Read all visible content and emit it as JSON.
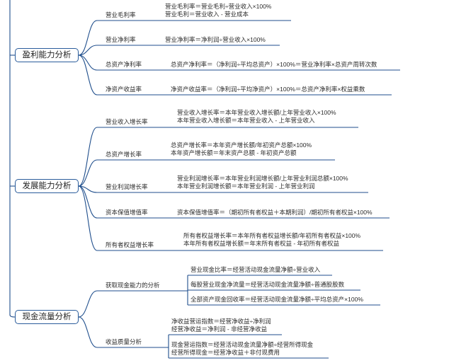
{
  "mindmap": {
    "branches": [
      {
        "label": "盈利能力分析",
        "children": [
          {
            "label": "营业毛利率",
            "formulas": [
              "营业毛利率＝营业毛利÷营业收入×100%",
              "营业毛利＝营业收入 - 营业成本"
            ]
          },
          {
            "label": "营业净利率",
            "formulas": [
              "营业净利率＝净利润÷营业收入×100%"
            ]
          },
          {
            "label": "总资产净利率",
            "formulas": [
              "总资产净利率＝（净利润÷平均总资产）×100%＝营业净利率×总资产周转次数"
            ]
          },
          {
            "label": "净资产收益率",
            "formulas": [
              "净资产收益率＝（净利润÷平均净资产）×100%＝总资产净利率×权益乘数"
            ]
          }
        ]
      },
      {
        "label": "发展能力分析",
        "children": [
          {
            "label": "营业收入增长率",
            "formulas": [
              "营业收入增长率＝本年营业收入增长额/上年营业收入×100%",
              "本年营业收入增长额＝本年营业收入 - 上年营业收入"
            ]
          },
          {
            "label": "总资产增长率",
            "formulas": [
              "总资产增长率＝本年资产增长额/年初资产总额×100%",
              "本年资产增长额＝年末资产总额 - 年初资产总额"
            ]
          },
          {
            "label": "营业利润增长率",
            "formulas": [
              "营业利润增长率＝本年营业利润增长额/上年营业利润总额×100%",
              "本年营业利润增长额＝本年营业利润 - 上年营业利润"
            ]
          },
          {
            "label": "资本保值增值率",
            "formulas": [
              "资本保值增值率＝（期初所有者权益＋本期利润）/期初所有者权益×100%"
            ]
          },
          {
            "label": "所有者权益增长率",
            "formulas": [
              "所有者权益增长率＝本年所有者权益增长额/年初所有者权益×100%",
              "本年所有者权益增长额＝年末所有者权益 - 年初所有者权益"
            ]
          }
        ]
      },
      {
        "label": "现金流量分析",
        "children": [
          {
            "label": "获取现金能力的分析",
            "formula_groups": [
              [
                "营业现金比率＝经营活动现金流量净额÷营业收入"
              ],
              [
                "每股营业现金净流量＝经营活动现金流量净额÷普通股股数"
              ],
              [
                "全部资产现金回收率＝经营活动现金流量净额÷平均总资产×100%"
              ]
            ]
          },
          {
            "label": "收益质量分析",
            "formula_groups": [
              [
                "净收益营运指数＝经营净收益÷净利润",
                "经营净收益＝净利润 - 非经营净收益"
              ],
              [
                "现金营运指数＝经营活动现金流量净额÷经营所得现金",
                "经营所得现金＝经营净收益＋非付现费用"
              ]
            ]
          }
        ]
      }
    ]
  }
}
